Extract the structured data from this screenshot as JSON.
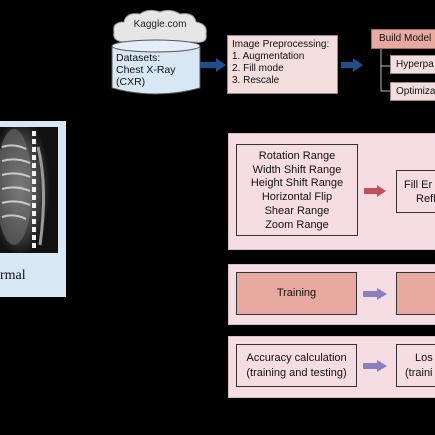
{
  "source": {
    "cloud_label": "Kaggle.com",
    "dataset_lines": [
      "Datasets:",
      "Chest X-Ray",
      "(CXR)"
    ]
  },
  "preprocessing": {
    "lines": [
      "Image Preprocessing:",
      "1. Augmentation",
      "2. Fill mode",
      "3. Rescale"
    ]
  },
  "build_model": {
    "title": "Build Model",
    "sub_items": [
      "Hyperpa",
      "Optimiza"
    ]
  },
  "augmentation_panel": {
    "params": [
      "Rotation Range",
      "Width Shift Range",
      "Height Shift Range",
      "Horizontal Flip",
      "Shear Range",
      "Zoom Range"
    ],
    "fill_lines": [
      "Fill Er",
      "Refl"
    ]
  },
  "training_panel": {
    "label": "Training"
  },
  "evaluation_panel": {
    "accuracy_lines": [
      "Accuracy calculation",
      "(training and testing)"
    ],
    "loss_lines": [
      "Los",
      "(traini"
    ]
  },
  "sample": {
    "label": "rmal"
  },
  "colors": {
    "arrow_blue": "#1f4e8c",
    "arrow_red": "#c0505a",
    "arrow_purple": "#8a7fc0",
    "panel_pink": "#f5dde3",
    "box_salmon": "#e8a9a0"
  }
}
